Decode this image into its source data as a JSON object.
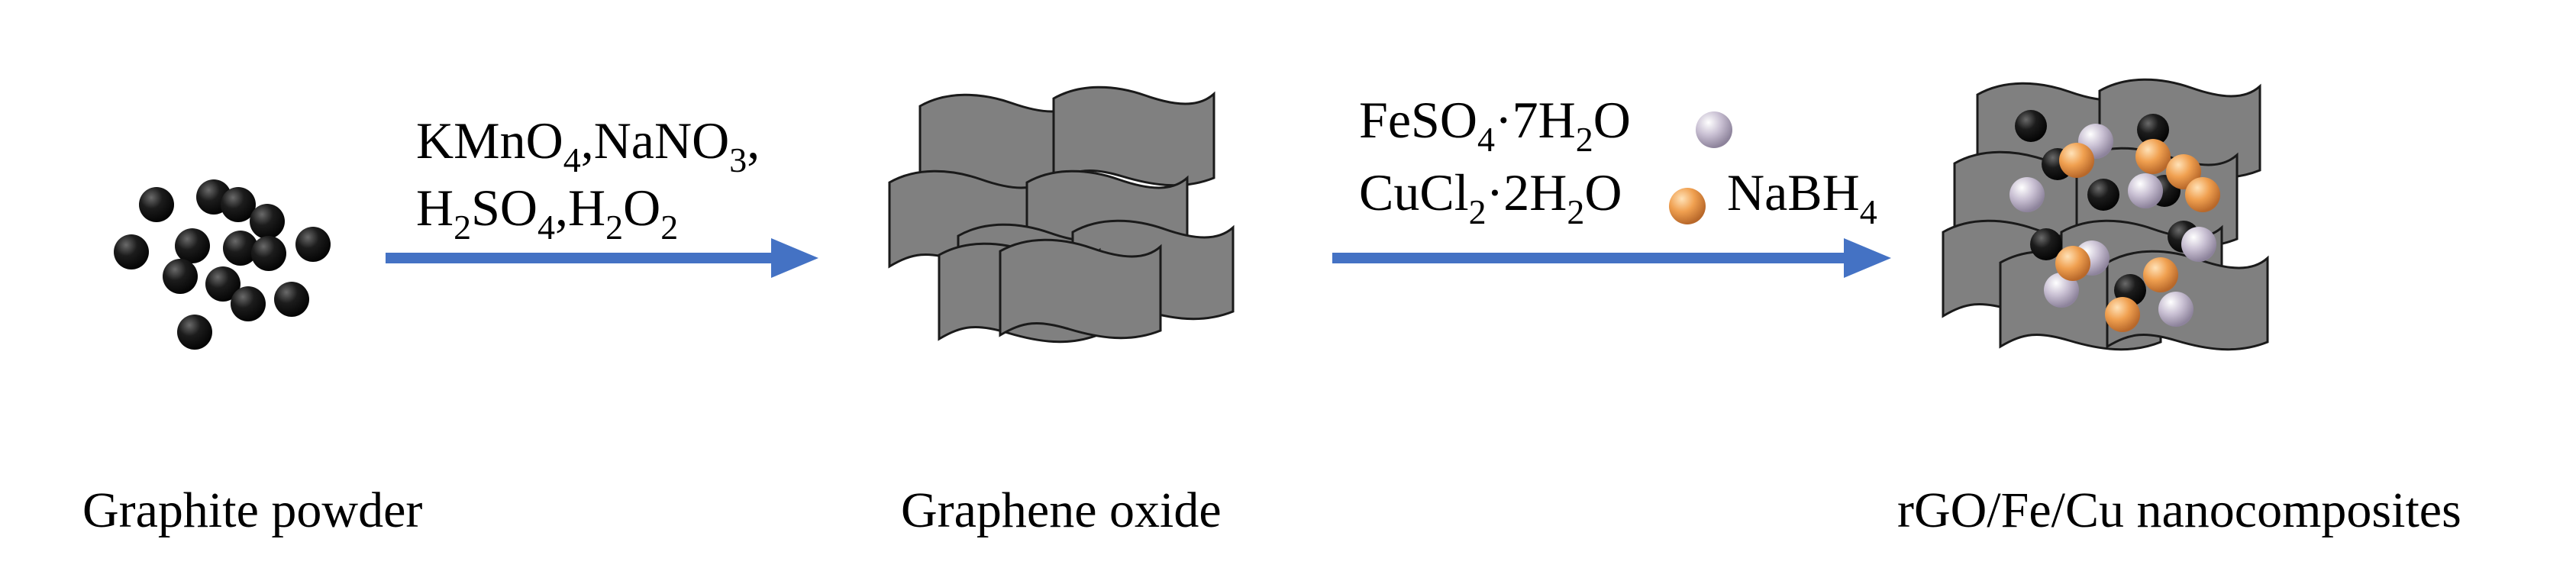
{
  "stages": {
    "graphite": {
      "label": "Graphite powder"
    },
    "graphene_oxide": {
      "label": "Graphene oxide"
    },
    "composite": {
      "label": "rGO/Fe/Cu nanocomposites"
    }
  },
  "step1": {
    "line1": {
      "a": "KMnO",
      "a_sub": "4",
      "b": ",NaNO",
      "b_sub": "3",
      "c": ","
    },
    "line2": {
      "a": "H",
      "a_sub": "2",
      "b": "SO",
      "b_sub": "4",
      "c": ",H",
      "c_sub": "2",
      "d": "O",
      "d_sub": "2"
    }
  },
  "step2": {
    "fe": {
      "a": "FeSO",
      "a_sub": "4",
      "b": "·7H",
      "b_sub": "2",
      "c": "O"
    },
    "cu": {
      "a": "CuCl",
      "a_sub": "2",
      "b": "·2H",
      "b_sub": "2",
      "c": "O"
    },
    "reductant": {
      "a": "NaBH",
      "a_sub": "4"
    }
  },
  "colors": {
    "arrow": "#4472C4",
    "sheet": "#808080",
    "sheet_edge": "#1a1a1a",
    "graphite_particle": "#1c1c1c",
    "fe_particle": "#c9c0d3",
    "cu_particle": "#f0a050"
  }
}
